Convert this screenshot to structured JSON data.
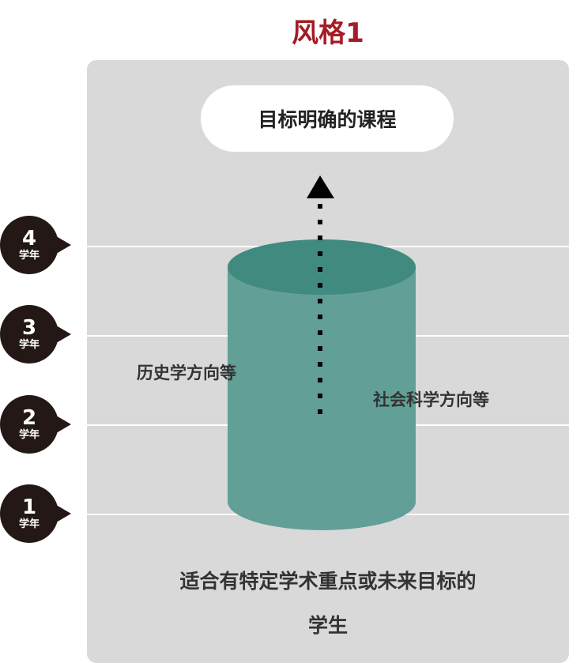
{
  "title": "风格1",
  "goal": "目标明确的课程",
  "left_label": "历史学方向等",
  "right_label": "社会科学方向等",
  "bottom_text_line1": "适合有特定学术重点或未来目标的",
  "bottom_text_line2": "学生",
  "grades": [
    {
      "num": "4",
      "unit": "学年"
    },
    {
      "num": "3",
      "unit": "学年"
    },
    {
      "num": "2",
      "unit": "学年"
    },
    {
      "num": "1",
      "unit": "学年"
    }
  ],
  "colors": {
    "title": "#a51c24",
    "cyl_top": "#418a80",
    "cyl_body": "#62a097",
    "panel": "#d9d9d9",
    "badge": "#231815"
  }
}
